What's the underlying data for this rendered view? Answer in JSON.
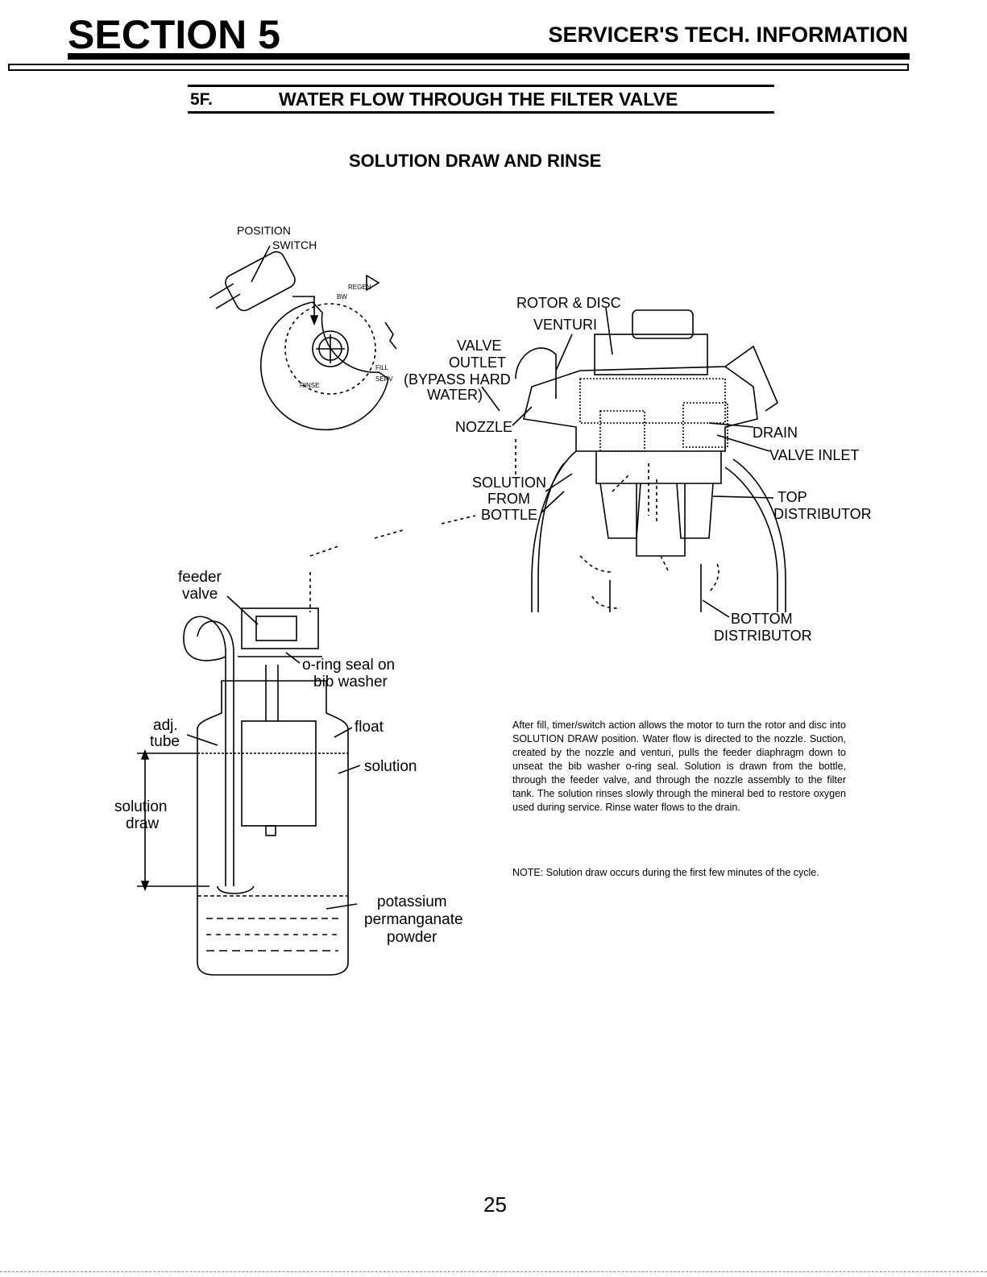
{
  "header": {
    "section": "SECTION 5",
    "category": "SERVICER'S TECH. INFORMATION"
  },
  "heading": {
    "number": "5F.",
    "title": "WATER FLOW THROUGH THE FILTER VALVE"
  },
  "subheading": "SOLUTION DRAW AND RINSE",
  "labels": {
    "position": "POSITION",
    "switch": "SWITCH",
    "rotor_disc": "ROTOR & DISC",
    "venturi": "VENTURI",
    "valve": "VALVE",
    "outlet": "OUTLET",
    "bypass": "(BYPASS HARD",
    "water": "WATER)",
    "nozzle": "NOZZLE",
    "drain": "DRAIN",
    "valve_inlet": "VALVE INLET",
    "solution": "SOLUTION",
    "from": "FROM",
    "bottle": "BOTTLE",
    "top": "TOP",
    "distributor": "DISTRIBUTOR",
    "bottom": "BOTTOM",
    "bottom_distributor": "DISTRIBUTOR",
    "feeder": "feeder",
    "valve_lc": "valve",
    "oring": "o-ring seal on",
    "bib_washer": "bib washer",
    "adj": "adj.",
    "tube": "tube",
    "float": "float",
    "solution_lc": "solution",
    "solution_draw_1": "solution",
    "solution_draw_2": "draw",
    "potassium": "potassium",
    "permanganate": "permanganate",
    "powder": "powder",
    "dial_fill": "FILL",
    "dial_serv": "SERV",
    "dial_bw": "BW",
    "dial_regen": "REGEN",
    "dial_rinse": "RINSE"
  },
  "description": "After fill, timer/switch action allows the motor to turn the rotor and disc into SOLUTION DRAW position. Water flow is directed to the nozzle. Suction, created by the nozzle and venturi, pulls the feeder diaphragm down to unseat the bib washer o-ring seal. Solution is drawn from the bottle, through the feeder valve, and through the nozzle assembly to the filter tank. The solution rinses slowly through the mineral bed to restore oxygen used during service. Rinse water flows to the drain.",
  "note": "NOTE: Solution draw occurs during the first few minutes of the cycle.",
  "page_number": "25"
}
